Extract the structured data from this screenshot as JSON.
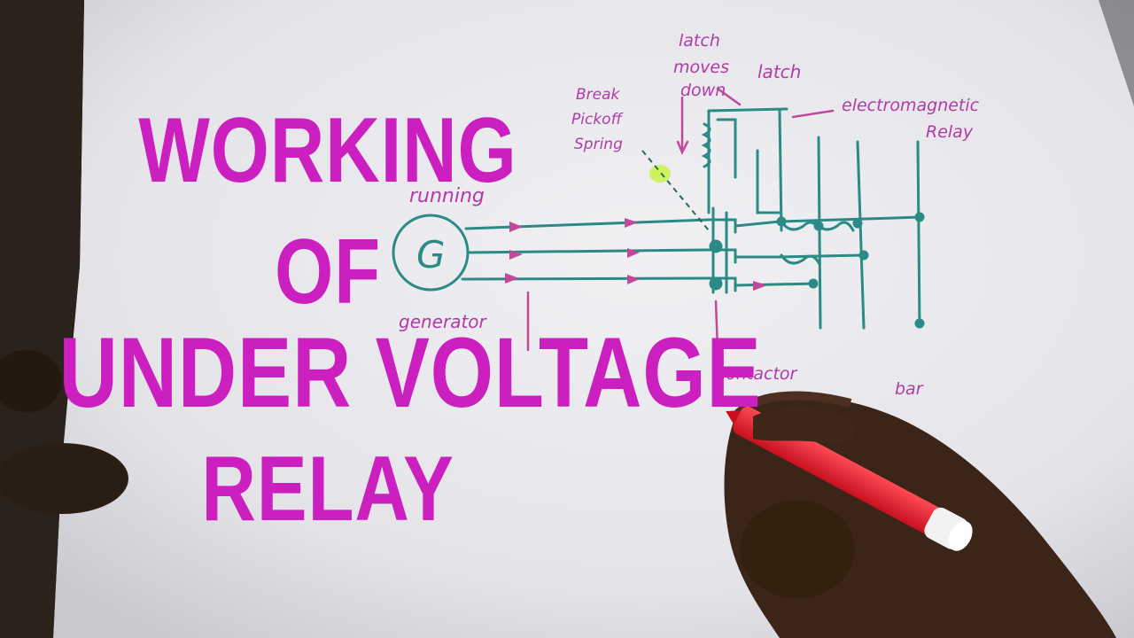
{
  "title": {
    "line1": "WORKING",
    "line2": "OF",
    "line3": "UNDER VOLTAGE",
    "line4": "RELAY"
  },
  "diagram": {
    "generator_symbol": "G",
    "labels": {
      "latch_moves_down": "latch moves down",
      "latch": "latch",
      "break_pickoff_spring": "Break Pickoff Spring",
      "electromagnetic_relay": "electromagnetic Relay",
      "running": "running",
      "generator": "generator",
      "contactor": "Contactor",
      "bar": "bar"
    }
  },
  "colors": {
    "title": "#cc1fc0",
    "handwriting": "#b13aa8",
    "wire": "#2a8a86",
    "paper": "#e6e6ea",
    "marker": "#e8283a"
  }
}
